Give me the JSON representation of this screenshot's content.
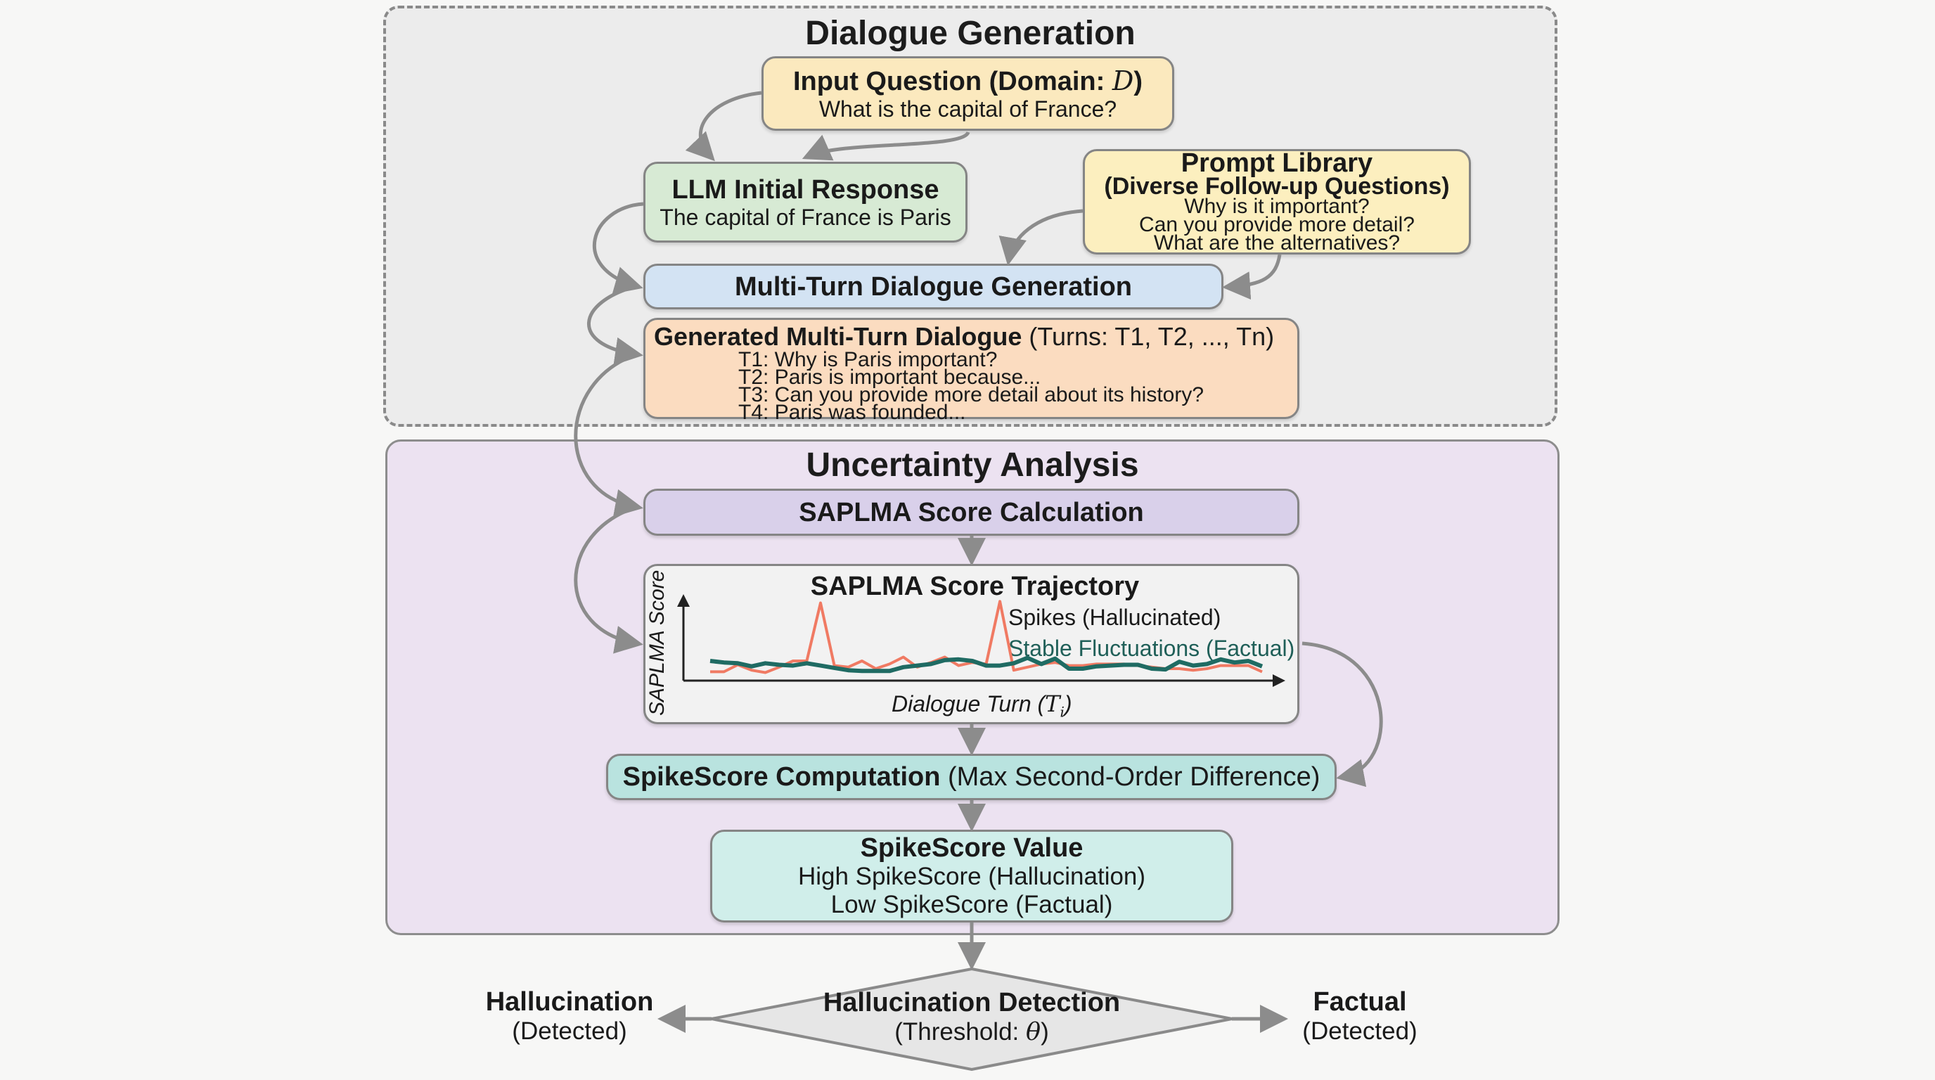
{
  "sections": {
    "dialogue_generation": {
      "title": "Dialogue Generation"
    },
    "uncertainty_analysis": {
      "title": "Uncertainty Analysis"
    }
  },
  "input_question": {
    "title_prefix": "Input Question (Domain: ",
    "title_var": "D",
    "title_suffix": ")",
    "example": "What is the capital of France?"
  },
  "initial_response": {
    "title": "LLM Initial Response",
    "example": "The capital of France is Paris"
  },
  "prompt_library": {
    "title": "Prompt Library",
    "subtitle": "(Diverse Follow-up Questions)",
    "questions": [
      "Why is it important?",
      "Can you provide more detail?",
      "What are the alternatives?"
    ]
  },
  "multi_turn_generation": {
    "title": "Multi-Turn Dialogue Generation"
  },
  "generated_dialogue": {
    "title": "Generated Multi-Turn Dialogue",
    "turns_note": " (Turns: T1, T2, ..., Tn)",
    "turns": [
      "T1: Why is Paris important?",
      "T2: Paris is important because...",
      "T3: Can you provide more detail about its history?",
      "T4: Paris was founded..."
    ]
  },
  "saplma_calc": {
    "title": "SAPLMA Score Calculation"
  },
  "trajectory": {
    "title": "SAPLMA Score Trajectory",
    "ylabel": "SAPLMA Score",
    "xlabel_prefix": "Dialogue Turn (",
    "xlabel_var": "T",
    "xlabel_sub": "i",
    "xlabel_suffix": ")",
    "legend_spikes": "Spikes (Hallucinated)",
    "legend_stable": "Stable Fluctuations (Factual)"
  },
  "spikescore_computation": {
    "title": "SpikeScore Computation",
    "note": " (Max Second-Order Difference)"
  },
  "spikescore_value": {
    "title": "SpikeScore Value",
    "high": "High SpikeScore (Hallucination)",
    "low": "Low SpikeScore (Factual)"
  },
  "detection": {
    "title": "Hallucination Detection",
    "threshold_prefix": "(Threshold: ",
    "threshold_var": "θ",
    "threshold_suffix": ")"
  },
  "outcomes": {
    "hallucination": {
      "label": "Hallucination",
      "sub": "(Detected)"
    },
    "factual": {
      "label": "Factual",
      "sub": "(Detected)"
    }
  },
  "colors": {
    "hallucinated_line": "#f07a63",
    "factual_line": "#1f6b63",
    "arrow": "#8c8c8c"
  },
  "chart_data": {
    "type": "line",
    "title": "SAPLMA Score Trajectory",
    "xlabel": "Dialogue Turn (T_i)",
    "ylabel": "SAPLMA Score",
    "xlim": [
      0,
      40
    ],
    "ylim": [
      0,
      1
    ],
    "grid": false,
    "legend": "top-right",
    "series": [
      {
        "name": "Spikes (Hallucinated)",
        "x": [
          0,
          1,
          2,
          3,
          4,
          5,
          6,
          7,
          8,
          9,
          10,
          11,
          12,
          13,
          14,
          15,
          16,
          17,
          18,
          19,
          20,
          21,
          22,
          23,
          24,
          25,
          26,
          27,
          28,
          29,
          30,
          31,
          32,
          33,
          34,
          35,
          36,
          37,
          38,
          39,
          40
        ],
        "values": [
          0.06,
          0.06,
          0.15,
          0.08,
          0.05,
          0.12,
          0.2,
          0.2,
          0.95,
          0.14,
          0.12,
          0.2,
          0.1,
          0.16,
          0.25,
          0.12,
          0.18,
          0.25,
          0.14,
          0.18,
          0.16,
          0.97,
          0.08,
          0.12,
          0.16,
          0.18,
          0.14,
          0.14,
          0.16,
          0.16,
          0.16,
          0.14,
          0.12,
          0.1,
          0.1,
          0.08,
          0.1,
          0.14,
          0.14,
          0.14,
          0.06
        ]
      },
      {
        "name": "Stable Fluctuations (Factual)",
        "x": [
          0,
          1,
          2,
          3,
          4,
          5,
          6,
          7,
          8,
          9,
          10,
          11,
          12,
          13,
          14,
          15,
          16,
          17,
          18,
          19,
          20,
          21,
          22,
          23,
          24,
          25,
          26,
          27,
          28,
          29,
          30,
          31,
          32,
          33,
          34,
          35,
          36,
          37,
          38,
          39,
          40
        ],
        "values": [
          0.2,
          0.18,
          0.17,
          0.13,
          0.17,
          0.15,
          0.14,
          0.17,
          0.14,
          0.11,
          0.08,
          0.07,
          0.07,
          0.07,
          0.12,
          0.14,
          0.16,
          0.21,
          0.22,
          0.2,
          0.14,
          0.14,
          0.17,
          0.24,
          0.16,
          0.23,
          0.1,
          0.1,
          0.13,
          0.14,
          0.15,
          0.15,
          0.1,
          0.09,
          0.19,
          0.14,
          0.16,
          0.22,
          0.18,
          0.2,
          0.13
        ]
      }
    ]
  }
}
